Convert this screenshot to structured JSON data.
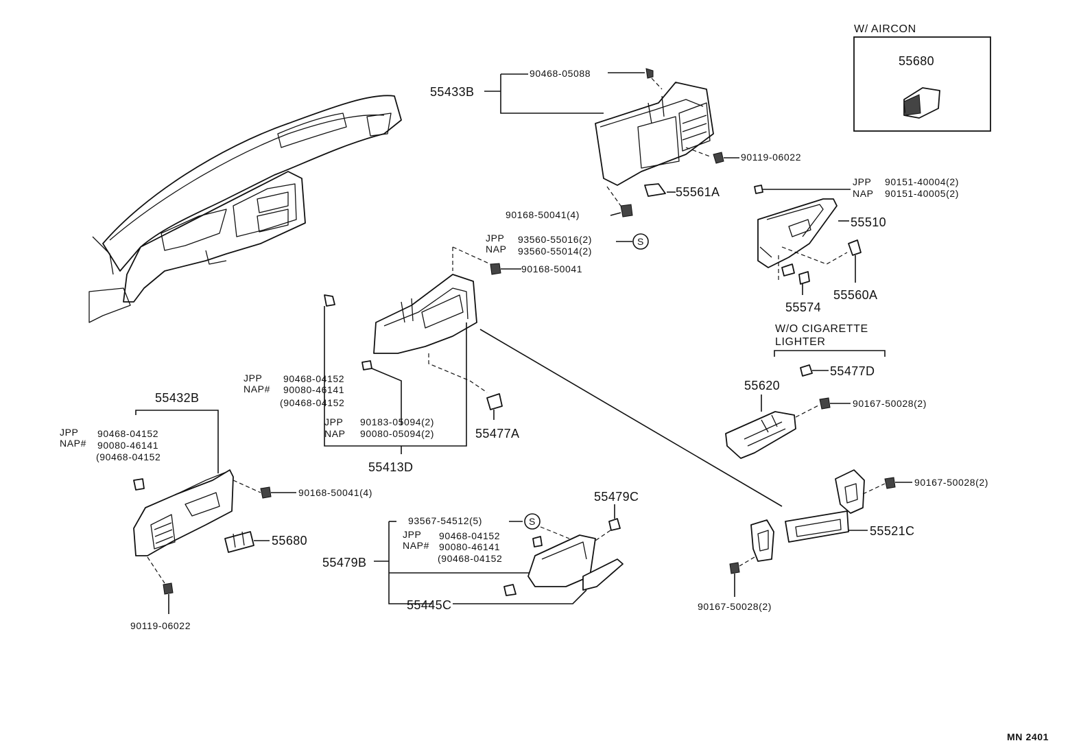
{
  "header": {
    "aircon_label": "W/ AIRCON",
    "aircon_part": "55680"
  },
  "callouts": {
    "c_55433B": "55433B",
    "c_90468_05088": "90468-05088",
    "c_90119_06022_top": "90119-06022",
    "c_55561A": "55561A",
    "c_90168_50041_4_top": "90168-50041(4)",
    "c_jpp_93560": "JPP",
    "c_93560_55016": "93560-55016(2)",
    "c_nap_93560": "NAP",
    "c_93560_55014": "93560-55014(2)",
    "c_90168_50041_mid": "90168-50041",
    "c_jpp_90151": "JPP",
    "c_90151_40004": "90151-40004(2)",
    "c_nap_90151": "NAP",
    "c_90151_40005": "90151-40005(2)",
    "c_55510": "55510",
    "c_55574": "55574",
    "c_55560A": "55560A",
    "c_wo_cig_1": "W/O CIGARETTE",
    "c_wo_cig_2": "LIGHTER",
    "c_55477D": "55477D",
    "c_55620": "55620",
    "c_90167_50028_a": "90167-50028(2)",
    "c_jpp_left_mid": "JPP",
    "c_90468_04152_mid": "90468-04152",
    "c_nap_left_mid": "NAP#",
    "c_90080_46141_mid": "90080-46141",
    "c_paren_mid": "(90468-04152",
    "c_jpp_90183": "JPP",
    "c_90183_05094": "90183-05094(2)",
    "c_nap_90080": "NAP",
    "c_90080_05094": "90080-05094(2)",
    "c_55413D": "55413D",
    "c_55477A": "55477A",
    "c_55432B": "55432B",
    "c_jpp_far_left": "JPP",
    "c_90468_04152_left": "90468-04152",
    "c_nap_far_left": "NAP#",
    "c_90080_46141_left": "90080-46141",
    "c_paren_left": "(90468-04152",
    "c_90168_50041_4_low": "90168-50041(4)",
    "c_55680_low": "55680",
    "c_90119_06022_low": "90119-06022",
    "c_55479C": "55479C",
    "c_93567_54512": "93567-54512(5)",
    "c_jpp_bottom": "JPP",
    "c_90468_04152_bottom": "90468-04152",
    "c_nap_bottom": "NAP#",
    "c_90080_46141_bottom": "90080-46141",
    "c_paren_bottom": "(90468-04152",
    "c_55479B": "55479B",
    "c_55445C": "55445C",
    "c_90167_50028_b": "90167-50028(2)",
    "c_55521C": "55521C",
    "c_90167_50028_c": "90167-50028(2)",
    "c_s_symbol": "S"
  },
  "footer": {
    "diagram_code": "MN 2401"
  }
}
